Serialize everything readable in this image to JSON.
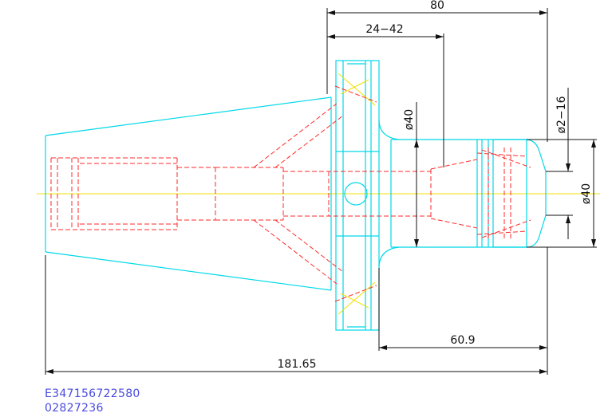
{
  "drawing": {
    "dimensions": {
      "overall_flange_length": "80",
      "slot_range": "24−42",
      "front_length": "60.9",
      "total_length": "181.65",
      "body_diameter": "ø40",
      "collet_range": "ø2−16",
      "nose_diameter": "ø40"
    },
    "colors": {
      "outline": "#00d8e8",
      "hidden": "#ff2a2a",
      "centerline": "#f2e200",
      "dimension": "#111111",
      "code_text": "#4a4ae0"
    }
  },
  "footer": {
    "part_code": "E347156722580",
    "drawing_number": "02827236"
  }
}
